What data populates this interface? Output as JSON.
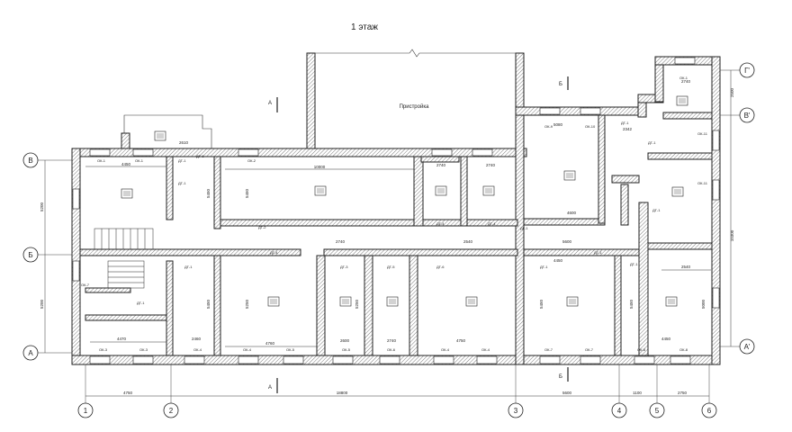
{
  "title": "1 этаж",
  "annex_label": "Пристройка",
  "axes": {
    "vertical": [
      "1",
      "2",
      "3",
      "4",
      "5",
      "6"
    ],
    "horizontal_left": [
      "В",
      "Б",
      "А"
    ],
    "horizontal_right": [
      "Г'",
      "В'",
      "А'"
    ]
  },
  "section_marks": [
    "А",
    "А",
    "Б",
    "Б"
  ],
  "dims": {
    "bottom": [
      "4750",
      "18800",
      "5600",
      "1100",
      "2750"
    ],
    "left": [
      "5200",
      "5200"
    ],
    "right": [
      "2500",
      "10300"
    ],
    "rooms": [
      "4450",
      "2610",
      "10000",
      "2740",
      "2740",
      "5080",
      "4600",
      "2342",
      "2740",
      "5450",
      "5450",
      "4470",
      "2460",
      "4760",
      "2600",
      "2740",
      "4750",
      "5600",
      "4450",
      "4450",
      "2540",
      "2740",
      "2540",
      "5250",
      "5450",
      "5250",
      "5450",
      "5450",
      "5000"
    ]
  },
  "labels": {
    "ok": [
      "ОК-1",
      "ОК-1",
      "ОК-2",
      "ОК-3",
      "ОК-3",
      "ОК-4",
      "ОК-5",
      "ОК-4",
      "ОК-5",
      "ОК-6",
      "ОК-4",
      "ОК-4",
      "ОК-7",
      "ОК-7",
      "ОК-8",
      "ОК-8",
      "ОК-9",
      "ОК-10",
      "ОК-11",
      "ОК-11",
      "ОК-1",
      "ОК-7"
    ],
    "dv": [
      "ДГ-1",
      "ДГ-1",
      "ДГ-1",
      "ДГ-2",
      "ДГ-4",
      "ДГ-4",
      "ДГ-1",
      "ДГ-1",
      "ДГ-1",
      "ДГ-1",
      "ДГ-3",
      "ДГ-5",
      "ДГ-6",
      "ДГ-4",
      "ДГ-1",
      "ДГ-1",
      "ДГ-1",
      "ДГ-1",
      "ДГ-1"
    ]
  }
}
